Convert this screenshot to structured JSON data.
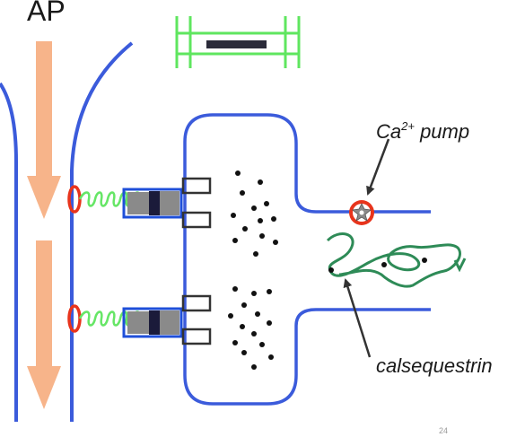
{
  "labels": {
    "ap": "AP",
    "ca_pump_prefix": "Ca",
    "ca_pump_superscript": "2+",
    "ca_pump_suffix": " pump",
    "calsequestrin": "calsequestrin",
    "page_number": "24"
  },
  "colors": {
    "membrane": "#3b5bdb",
    "ap_arrow": "#f7b48a",
    "sarcomere": "#5fe65f",
    "spring": "#66e666",
    "channel_ring": "#e8341c",
    "receptor": "#1f4fd9",
    "receptor_fill": "#8a8a8a",
    "receptor_dark": "#1b1b3a",
    "calcium_dot": "#111111",
    "calsequestrin": "#2e8b57",
    "pump_ring": "#e8341c",
    "pump_star": "#8a8a8a",
    "text": "#1a1a1a",
    "page_number": "#9a9a9a"
  },
  "icons": {
    "pump": "star-icon"
  }
}
